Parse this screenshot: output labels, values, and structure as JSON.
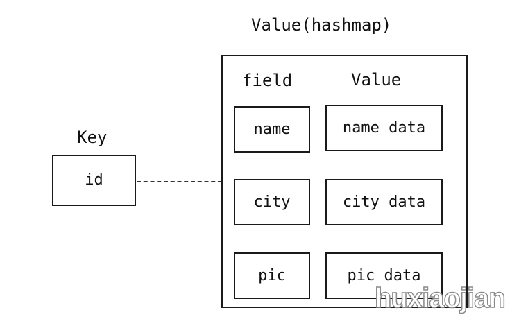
{
  "diagram": {
    "key_label": "Key",
    "key_value": "id",
    "value_title": "Value(hashmap)",
    "field_header": "field",
    "value_header": "Value",
    "rows": [
      {
        "field": "name",
        "value": "name data"
      },
      {
        "field": "city",
        "value": "city data"
      },
      {
        "field": "pic",
        "value": "pic data"
      }
    ]
  },
  "watermark": "huxiaojian"
}
